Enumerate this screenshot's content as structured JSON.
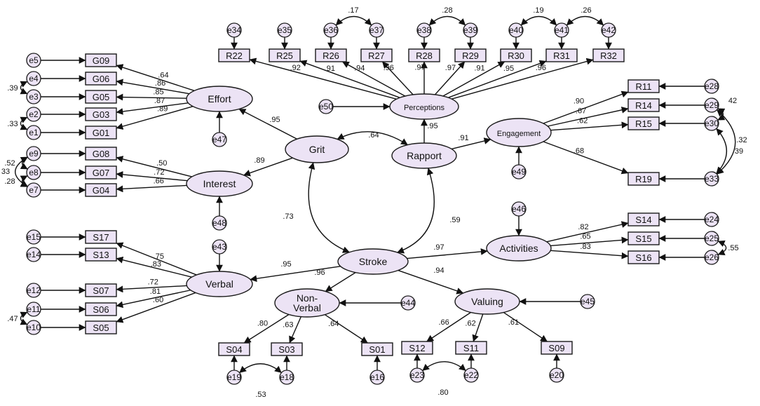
{
  "colors": {
    "node_fill": "#ece3f5",
    "node_stroke": "#1a1a1a",
    "line": "#111111"
  },
  "latent": [
    {
      "id": "Effort",
      "label": "Effort"
    },
    {
      "id": "Interest",
      "label": "Interest"
    },
    {
      "id": "Verbal",
      "label": "Verbal"
    },
    {
      "id": "NonVerbal",
      "label": "Non-\nVerbal"
    },
    {
      "id": "Grit",
      "label": "Grit"
    },
    {
      "id": "Stroke",
      "label": "Stroke"
    },
    {
      "id": "Rapport",
      "label": "Rapport"
    },
    {
      "id": "Perceptions",
      "label": "Perceptions"
    },
    {
      "id": "Engagement",
      "label": "Engagement"
    },
    {
      "id": "Activities",
      "label": "Activities"
    },
    {
      "id": "Valuing",
      "label": "Valuing"
    }
  ],
  "observed": [
    "G09",
    "G06",
    "G05",
    "G03",
    "G01",
    "G08",
    "G07",
    "G04",
    "S17",
    "S13",
    "S07",
    "S06",
    "S05",
    "S04",
    "S03",
    "S01",
    "S12",
    "S11",
    "S09",
    "R22",
    "R25",
    "R26",
    "R27",
    "R28",
    "R29",
    "R30",
    "R31",
    "R32",
    "R11",
    "R14",
    "R15",
    "R19",
    "S14",
    "S15",
    "S16"
  ],
  "errors": [
    "e1",
    "e2",
    "e3",
    "e4",
    "e5",
    "e7",
    "e8",
    "e9",
    "e10",
    "e11",
    "e12",
    "e14",
    "e15",
    "e16",
    "e18",
    "e19",
    "e20",
    "e22",
    "e23",
    "e24",
    "e25",
    "e26",
    "e28",
    "e29",
    "e30",
    "e33",
    "e34",
    "e35",
    "e36",
    "e37",
    "e38",
    "e39",
    "e40",
    "e41",
    "e42",
    "e43",
    "e44",
    "e45",
    "e46",
    "e47",
    "e48",
    "e49",
    "e50"
  ],
  "paths": [
    {
      "from": "Grit",
      "to": "Effort",
      "coef": ".95"
    },
    {
      "from": "Grit",
      "to": "Interest",
      "coef": ".89"
    },
    {
      "from": "Stroke",
      "to": "Verbal",
      "coef": ".95"
    },
    {
      "from": "Stroke",
      "to": "NonVerbal",
      "coef": ".96"
    },
    {
      "from": "Stroke",
      "to": "Valuing",
      "coef": ".94"
    },
    {
      "from": "Stroke",
      "to": "Activities",
      "coef": ".97"
    },
    {
      "from": "Rapport",
      "to": "Perceptions",
      "coef": ".95"
    },
    {
      "from": "Rapport",
      "to": "Engagement",
      "coef": ".91"
    }
  ],
  "correlations": [
    {
      "a": "Grit",
      "b": "Rapport",
      "coef": ".64"
    },
    {
      "a": "Grit",
      "b": "Stroke",
      "coef": ".73"
    },
    {
      "a": "Rapport",
      "b": "Stroke",
      "coef": ".59"
    },
    {
      "a": "e36",
      "b": "e37",
      "coef": ".17"
    },
    {
      "a": "e38",
      "b": "e39",
      "coef": ".28"
    },
    {
      "a": "e40",
      "b": "e41",
      "coef": ".19"
    },
    {
      "a": "e41",
      "b": "e42",
      "coef": ".26"
    },
    {
      "a": "e3",
      "b": "e4",
      "coef": ".39"
    },
    {
      "a": "e1",
      "b": "e2",
      "coef": ".33"
    },
    {
      "a": "e8",
      "b": "e9",
      "coef": ".52"
    },
    {
      "a": "e7",
      "b": "e9",
      "coef": "33"
    },
    {
      "a": "e7",
      "b": "e8",
      "coef": ".28"
    },
    {
      "a": "e10",
      "b": "e11",
      "coef": ".47"
    },
    {
      "a": "e18",
      "b": "e19",
      "coef": ".53"
    },
    {
      "a": "e22",
      "b": "e23",
      "coef": ".80"
    },
    {
      "a": "e25",
      "b": "e26",
      "coef": ".55"
    },
    {
      "a": "e29",
      "b": "e33",
      "coef": "42"
    },
    {
      "a": "e30",
      "b": "e33",
      "coef": ".32"
    },
    {
      "a": "e29",
      "b": "e30",
      "coef": "39"
    }
  ],
  "loadings": [
    {
      "latent": "Effort",
      "item": "G09",
      "coef": ".64"
    },
    {
      "latent": "Effort",
      "item": "G06",
      "coef": ".86"
    },
    {
      "latent": "Effort",
      "item": "G05",
      "coef": ".85"
    },
    {
      "latent": "Effort",
      "item": "G03",
      "coef": ".87"
    },
    {
      "latent": "Effort",
      "item": "G01",
      "coef": ".89"
    },
    {
      "latent": "Interest",
      "item": "G08",
      "coef": ".50"
    },
    {
      "latent": "Interest",
      "item": "G07",
      "coef": ".72"
    },
    {
      "latent": "Interest",
      "item": "G04",
      "coef": ".66"
    },
    {
      "latent": "Verbal",
      "item": "S17",
      "coef": ".75"
    },
    {
      "latent": "Verbal",
      "item": "S13",
      "coef": ".83"
    },
    {
      "latent": "Verbal",
      "item": "S07",
      "coef": ".72"
    },
    {
      "latent": "Verbal",
      "item": "S06",
      "coef": ".81"
    },
    {
      "latent": "Verbal",
      "item": "S05",
      "coef": ".60"
    },
    {
      "latent": "NonVerbal",
      "item": "S04",
      "coef": ".80"
    },
    {
      "latent": "NonVerbal",
      "item": "S03",
      "coef": ".63"
    },
    {
      "latent": "NonVerbal",
      "item": "S01",
      "coef": ".64"
    },
    {
      "latent": "Valuing",
      "item": "S12",
      "coef": ".66"
    },
    {
      "latent": "Valuing",
      "item": "S11",
      "coef": ".62"
    },
    {
      "latent": "Valuing",
      "item": "S09",
      "coef": ".61"
    },
    {
      "latent": "Perceptions",
      "item": "R22",
      "coef": ".92"
    },
    {
      "latent": "Perceptions",
      "item": "R25",
      "coef": ".91"
    },
    {
      "latent": "Perceptions",
      "item": "R26",
      "coef": ".94"
    },
    {
      "latent": "Perceptions",
      "item": "R27",
      "coef": ".96"
    },
    {
      "latent": "Perceptions",
      "item": "R28",
      "coef": ".97"
    },
    {
      "latent": "Perceptions",
      "item": "R29",
      "coef": ".97"
    },
    {
      "latent": "Perceptions",
      "item": "R30",
      "coef": ".91"
    },
    {
      "latent": "Perceptions",
      "item": "R31",
      "coef": ".95"
    },
    {
      "latent": "Perceptions",
      "item": "R32",
      "coef": ".96"
    },
    {
      "latent": "Engagement",
      "item": "R11",
      "coef": ".90"
    },
    {
      "latent": "Engagement",
      "item": "R14",
      "coef": ".67"
    },
    {
      "latent": "Engagement",
      "item": "R15",
      "coef": ".62"
    },
    {
      "latent": "Engagement",
      "item": "R19",
      "coef": ".68"
    },
    {
      "latent": "Activities",
      "item": "S14",
      "coef": ".82"
    },
    {
      "latent": "Activities",
      "item": "S15",
      "coef": ".65"
    },
    {
      "latent": "Activities",
      "item": "S16",
      "coef": ".83"
    }
  ]
}
